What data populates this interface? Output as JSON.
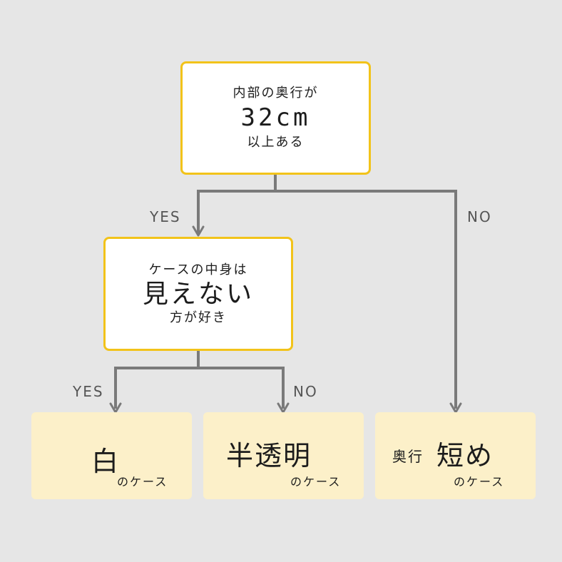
{
  "question1": {
    "line1": "内部の奥行が",
    "line2": "32cm",
    "line3": "以上ある"
  },
  "question2": {
    "line1": "ケースの中身は",
    "line2": "見えない",
    "line3": "方が好き"
  },
  "labels": {
    "q1_yes": "YES",
    "q1_no": "NO",
    "q2_yes": "YES",
    "q2_no": "NO"
  },
  "results": {
    "white": {
      "main": "白",
      "sub": "のケース"
    },
    "clear": {
      "main": "半透明",
      "sub": "のケース"
    },
    "short": {
      "prefix": "奥行",
      "main": "短め",
      "sub": "のケース"
    }
  },
  "colors": {
    "background": "#e6e6e6",
    "question_border": "#f2c31a",
    "result_fill": "#fcf0c9",
    "connector": "#7a7a7a"
  }
}
